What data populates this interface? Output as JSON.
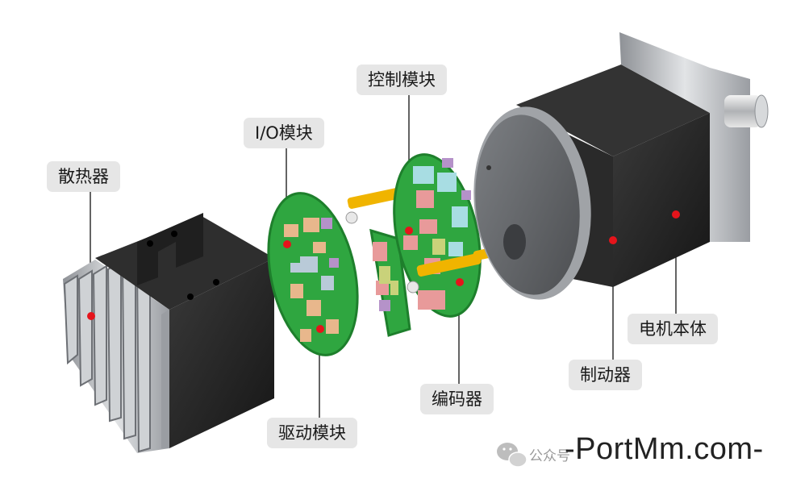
{
  "labels": {
    "heatsink": "散热器",
    "io_module": "I/O模块",
    "control_module": "控制模块",
    "drive_module": "驱动模块",
    "encoder": "编码器",
    "motor_body": "电机本体",
    "brake": "制动器"
  },
  "watermark": {
    "prefix": "公众号",
    "site": "-PortMm.com-"
  },
  "colors": {
    "label_bg": "#e6e6e6",
    "marker": "#e5141b",
    "pcb_green": "#2fa640",
    "housing_black": "#2a2a2a",
    "aluminum": "#b9bcc0",
    "standoff": "#f0b400"
  }
}
